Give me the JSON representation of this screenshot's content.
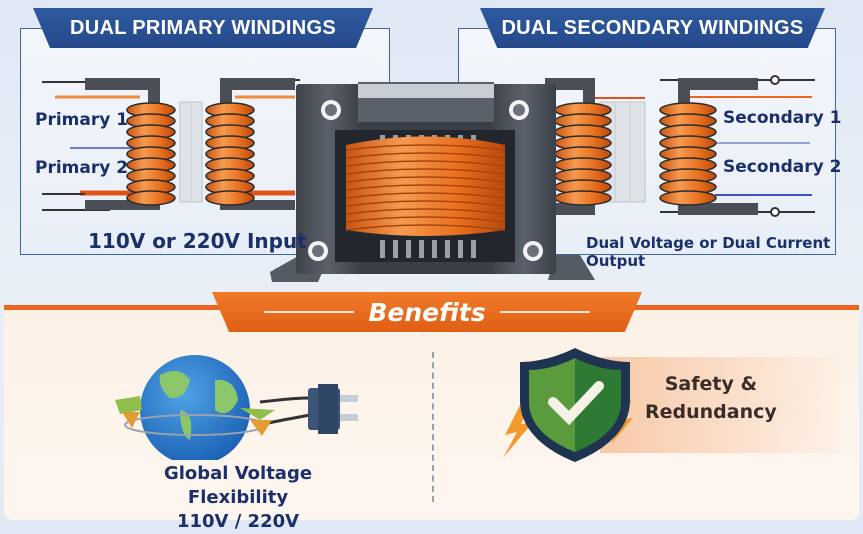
{
  "primary": {
    "title": "DUAL PRIMARY WINDINGS",
    "winding_1": "Primary 1",
    "winding_2": "Primary 2",
    "caption": "110V or 220V Input"
  },
  "secondary": {
    "title": "DUAL SECONDARY WINDINGS",
    "winding_1": "Secondary 1",
    "winding_2": "Secondary 2",
    "caption": "Dual Voltage or Dual Current Output"
  },
  "benefits": {
    "title": "Benefits",
    "items": [
      {
        "label_line1": "Global Voltage Flexibility",
        "label_line2": "110V / 220V",
        "icon": "globe-plug-icon"
      },
      {
        "label_line1": "Safety &",
        "label_line2": "Redundancy",
        "icon": "shield-check-icon"
      }
    ]
  },
  "colors": {
    "navy": "#24498b",
    "orange": "#e8661d",
    "copper": "#e97a2c",
    "core": "#4a4f57",
    "shield_green": "#3d8a3a"
  }
}
